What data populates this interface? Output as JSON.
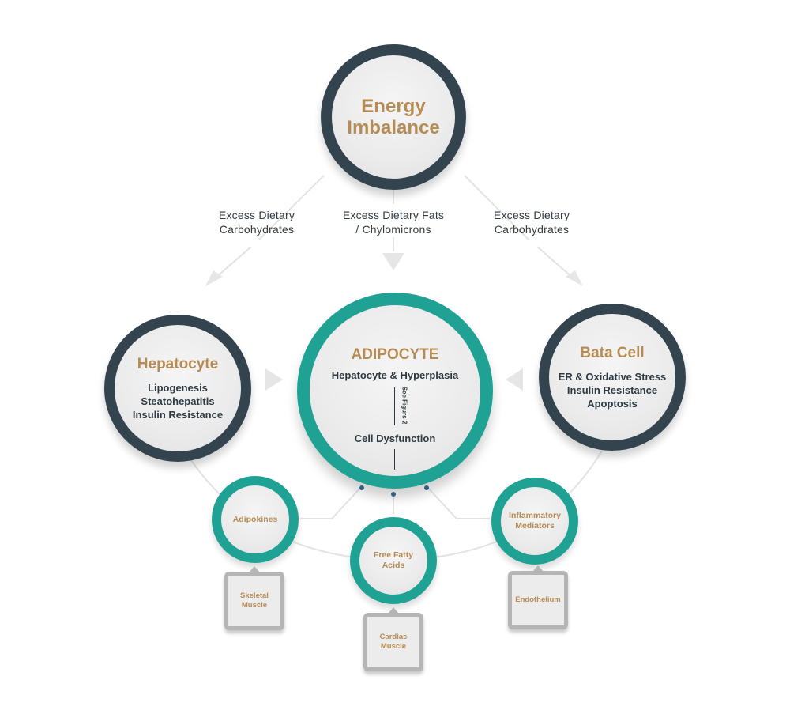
{
  "colors": {
    "dark_ring": "#34444f",
    "teal_ring": "#1fa293",
    "accent_text": "#b68c53",
    "body_text": "#2e3a42",
    "connector": "#e3e3e3",
    "box_border": "#b5b5b5"
  },
  "energy": {
    "line1": "Energy",
    "line2": "Imbalance"
  },
  "flows": {
    "left": {
      "line1": "Excess Dietary",
      "line2": "Carbohydrates"
    },
    "center": {
      "line1": "Excess Dietary Fats",
      "line2": "/ Chylomicrons"
    },
    "right": {
      "line1": "Excess Dietary",
      "line2": "Carbohydrates"
    }
  },
  "hepatocyte": {
    "title": "Hepatocyte",
    "items": [
      "Lipogenesis",
      "Steatohepatitis",
      "Insulin Resistance"
    ]
  },
  "adipocyte": {
    "title": "ADIPOCYTE",
    "line1": "Hepatocyte & Hyperplasia",
    "side_note": "See Figurs 2",
    "line2": "Cell Dysfunction"
  },
  "beta_cell": {
    "title": "Bata Cell",
    "items": [
      "ER & Oxidative Stress",
      "Insulin Resistance",
      "Apoptosis"
    ]
  },
  "outputs": {
    "adipokines": {
      "label": "Adipokines"
    },
    "ffa": {
      "line1": "Free Fatty",
      "line2": "Acids"
    },
    "inflammatory": {
      "line1": "Inflammatory",
      "line2": "Mediators"
    }
  },
  "targets": {
    "skeletal": {
      "line1": "Skeletal",
      "line2": "Muscle"
    },
    "cardiac": {
      "line1": "Cardiac",
      "line2": "Muscle"
    },
    "endothelium": {
      "label": "Endothelium"
    }
  }
}
